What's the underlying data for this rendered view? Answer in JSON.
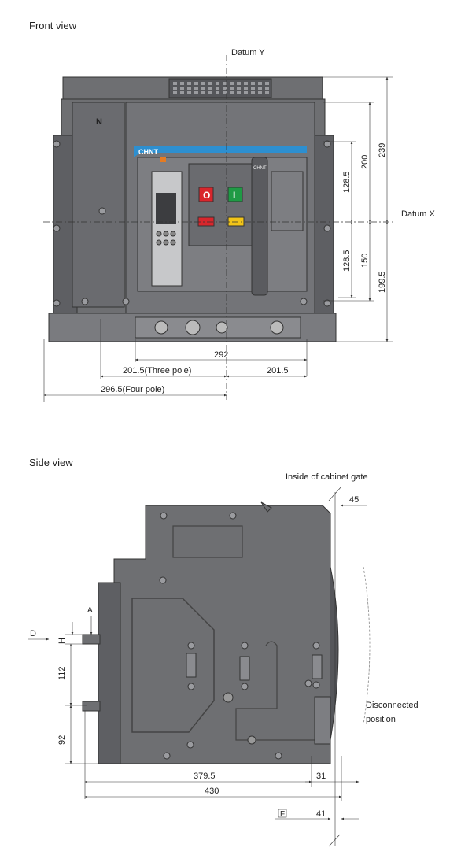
{
  "front": {
    "title": "Front view",
    "datum_y": "Datum Y",
    "datum_x": "Datum X",
    "brand": "CHNT",
    "brand_side": "CHNT",
    "pole_marker": "N",
    "btn_off": "O",
    "btn_on": "I",
    "dims": {
      "d239": "239",
      "d200": "200",
      "d128_5_top": "128.5",
      "d128_5_bot": "128.5",
      "d150": "150",
      "d199_5": "199.5",
      "d292": "292",
      "d201_5_three": "201.5(Three pole)",
      "d201_5": "201.5",
      "d296_5_four": "296.5(Four pole)"
    }
  },
  "side": {
    "title": "Side view",
    "cabinet_gate": "Inside of cabinet gate",
    "disconnected": "Disconnected",
    "position": "position",
    "dims": {
      "d45": "45",
      "d112": "112",
      "d92": "92",
      "d379_5": "379.5",
      "d31": "31",
      "d430": "430",
      "d41": "41",
      "A": "A",
      "D": "D",
      "H": "H",
      "F": "F"
    }
  },
  "colors": {
    "body": "#6e6f72",
    "body_dark": "#55565a",
    "panel": "#7d7e82",
    "accent_blue": "#2d8fd0",
    "btn_red": "#d9262c",
    "btn_green": "#1f9a45",
    "btn_yellow": "#f2c418",
    "line": "#333333"
  }
}
